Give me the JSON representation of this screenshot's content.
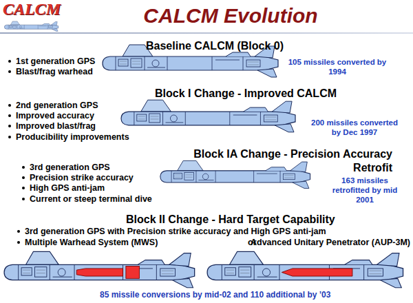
{
  "diagram": {
    "title": "CALCM Evolution",
    "labels": [
      "CALCM",
      "Baseline CALCM (Block 0)",
      "1st generation GPS",
      "Blast/frag warhead",
      "105 missiles converted by 1994",
      "Block I Change - Improved CALCM",
      "2nd generation GPS",
      "Improved accuracy",
      "Improved blast/frag",
      "Producibility improvements",
      "200 missiles converted by Dec 1997",
      "Block IA Change - Precision Accuracy Retrofit",
      "3rd generation GPS",
      "Precision strike accuracy",
      "High GPS anti-jam",
      "Current or steep terminal dive",
      "163 missiles retrofitted by mid 2001",
      "Block II Change - Hard Target Capability",
      "3rd generation GPS with Precision strike accuracy and High GPS anti-jam",
      "Multiple Warhead System (MWS)",
      "or",
      "Advanced Unitary Penetrator (AUP-3M)",
      "85 missile conversions by mid-02 and 110 additional by ’03"
    ]
  }
}
